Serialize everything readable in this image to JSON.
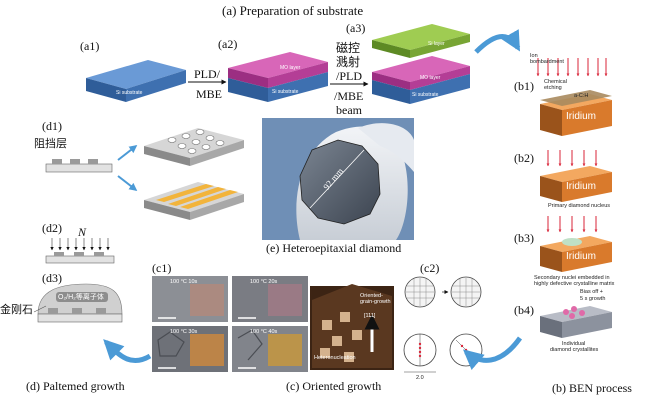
{
  "section_a": {
    "title": "(a) Preparation of substrate",
    "a1": {
      "label": "(a1)",
      "layer": "Si substrate"
    },
    "a2": {
      "label": "(a2)",
      "layer_top": "MO layer",
      "layer_bottom": "Si substrate"
    },
    "a3": {
      "label": "(a3)",
      "layer_top": "Si layer",
      "layer_mid": "MO layer",
      "layer_bottom": "Si substrate"
    },
    "arrow1": {
      "line1": "PLD/",
      "line2": "MBE"
    },
    "arrow2": {
      "line1": "磁控",
      "line2": "溅射",
      "line3": "/PLD",
      "line4": "/MBE",
      "line5": "beam"
    }
  },
  "section_b": {
    "title": "(b) BEN process",
    "b1": {
      "label": "(b1)",
      "note1": "Ion",
      "note2": "bombardment",
      "note3": "Chemical",
      "note4": "etching",
      "film": "a-C:H",
      "base": "Iridium"
    },
    "b2": {
      "label": "(b2)",
      "base": "Iridium",
      "caption": "Primary diamond nucleus"
    },
    "b3": {
      "label": "(b3)",
      "base": "Iridium",
      "caption1": "Secondary nuclei embedded in",
      "caption2": "highly defective crystalline matrix"
    },
    "b4": {
      "label": "(b4)",
      "note1": "Bias off +",
      "note2": "5 s growth",
      "caption1": "Individual",
      "caption2": "diamond crystallites"
    }
  },
  "section_c": {
    "title": "(c) Oriented growth",
    "c1": {
      "label": "(c1)",
      "p1": "100 °C 10s",
      "p2": "100 °C 20s",
      "p3": "100 °C 30s",
      "p4": "100 °C 40s",
      "model1": "Oriented-",
      "model2": "grain-growth",
      "model3": "[111]",
      "model4": "Heteronucleation"
    },
    "c2": {
      "label": "(c2)",
      "scale": "2.0"
    }
  },
  "section_d": {
    "title": "(d) Paltemed growth",
    "d1": {
      "label": "(d1)",
      "mask": "阻挡层"
    },
    "d2": {
      "label": "(d2)",
      "ion": "N"
    },
    "d3": {
      "label": "(d3)",
      "material": "金刚石",
      "ions": "O₂/H₂等离子体"
    }
  },
  "section_e": {
    "caption": "(e) Heteroepitaxial diamond",
    "size": "92 mm"
  },
  "colors": {
    "si_blue": "#4a78b8",
    "mo_pink": "#c24da0",
    "si_green": "#86b043",
    "arrow_blue": "#4b9ad6",
    "iridium": "#e58a36"
  }
}
